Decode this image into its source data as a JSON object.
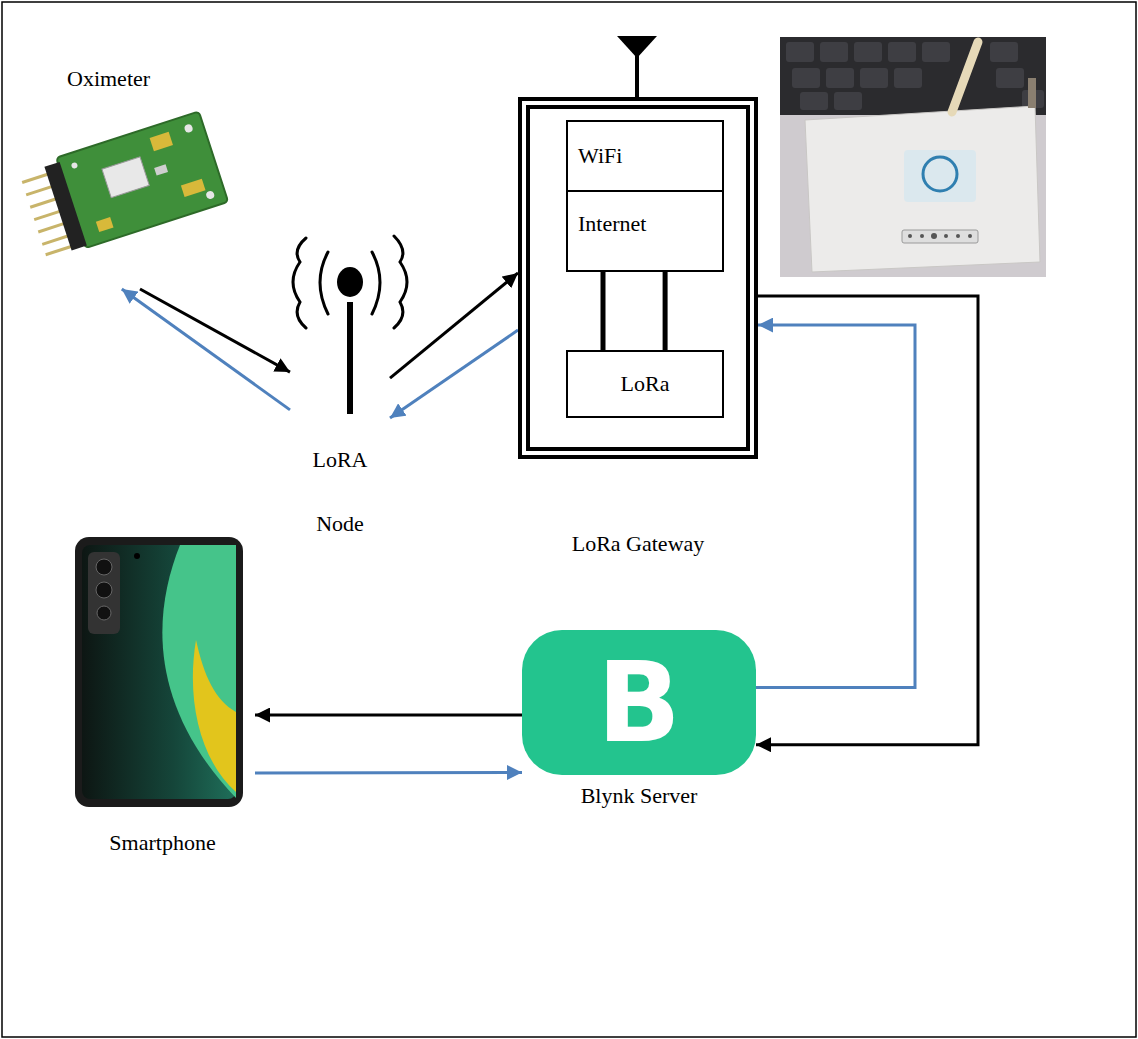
{
  "diagram": {
    "nodes": [
      {
        "text": [
          "Oximeter"
        ]
      },
      {
        "text": [
          "LoRA",
          "Node"
        ]
      },
      {
        "text": [
          "LoRa Gateway"
        ]
      },
      {
        "text": [
          "WiFi"
        ],
        "in": 2
      },
      {
        "text": [
          "Internet"
        ],
        "in": 2
      },
      {
        "text": [
          "LoRa"
        ],
        "in": 2
      },
      {
        "text": [
          "Smartphone"
        ]
      },
      {
        "text": [
          "B",
          "Blynk Server"
        ]
      }
    ],
    "edges": [
      {
        "from": 0,
        "to": 1,
        "arrow": "to"
      },
      {
        "from": 1,
        "to": 0,
        "arrow": "to"
      },
      {
        "from": 1,
        "to": 2,
        "arrow": "to"
      },
      {
        "from": 2,
        "to": 1,
        "arrow": "to"
      },
      {
        "from": 2,
        "to": 7,
        "arrow": "to"
      },
      {
        "from": 7,
        "to": 2,
        "arrow": "to"
      },
      {
        "from": 7,
        "to": 6,
        "arrow": "to"
      },
      {
        "from": 6,
        "to": 7,
        "arrow": "to"
      },
      {
        "from": 4,
        "to": 5,
        "arrow": "none"
      },
      {
        "from": 4,
        "to": 5,
        "arrow": "none"
      }
    ]
  }
}
